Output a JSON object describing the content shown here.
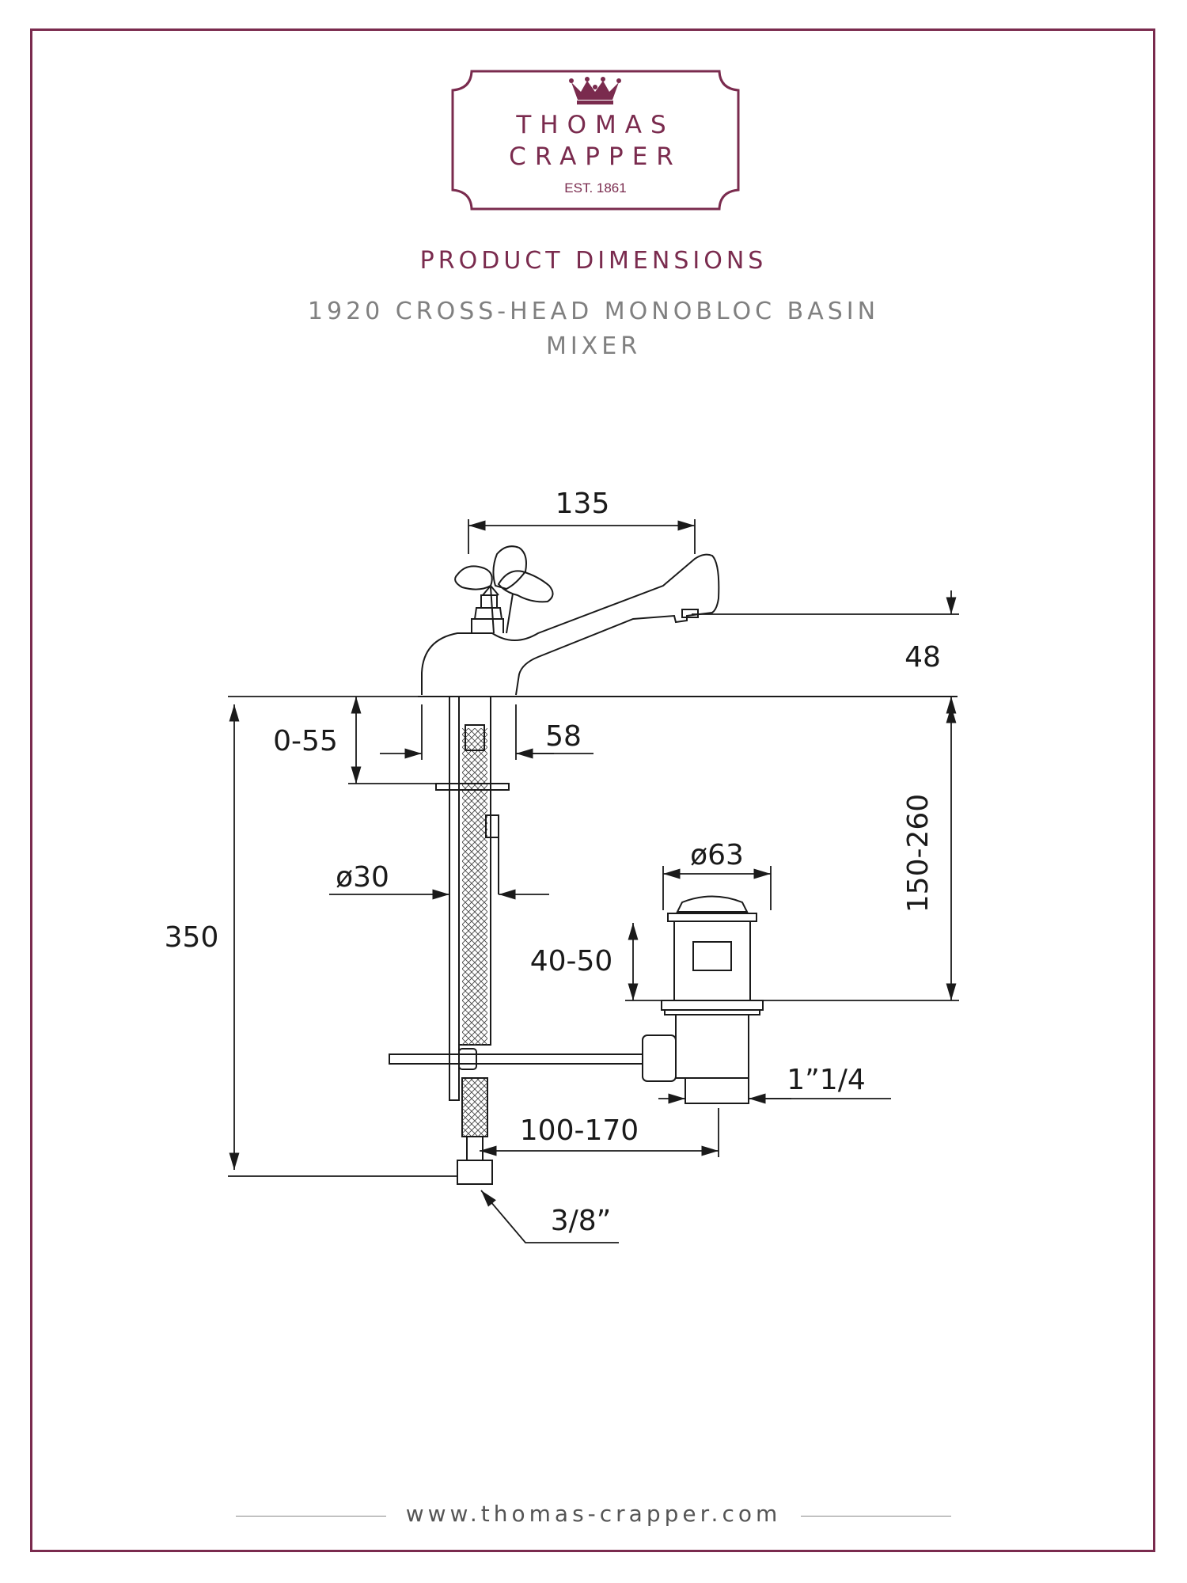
{
  "brand": {
    "name_line1": "THOMAS",
    "name_line2": "CRAPPER",
    "established": "EST. 1861",
    "color": "#7a2b4e"
  },
  "header": {
    "title": "PRODUCT DIMENSIONS",
    "product_name": "1920 CROSS-HEAD MONOBLOC BASIN MIXER"
  },
  "dimensions": {
    "spout_reach": "135",
    "spout_height": "48",
    "deck_thickness": "0-55",
    "body_base": "58",
    "shank_diameter": "ø30",
    "overall_height": "350",
    "waste_diameter": "ø63",
    "waste_flange": "40-50",
    "under_deck_clearance": "150-260",
    "waste_thread": "1”1/4",
    "rod_length": "100-170",
    "supply_fitting": "3/8”"
  },
  "footer": {
    "url": "www.thomas-crapper.com"
  }
}
